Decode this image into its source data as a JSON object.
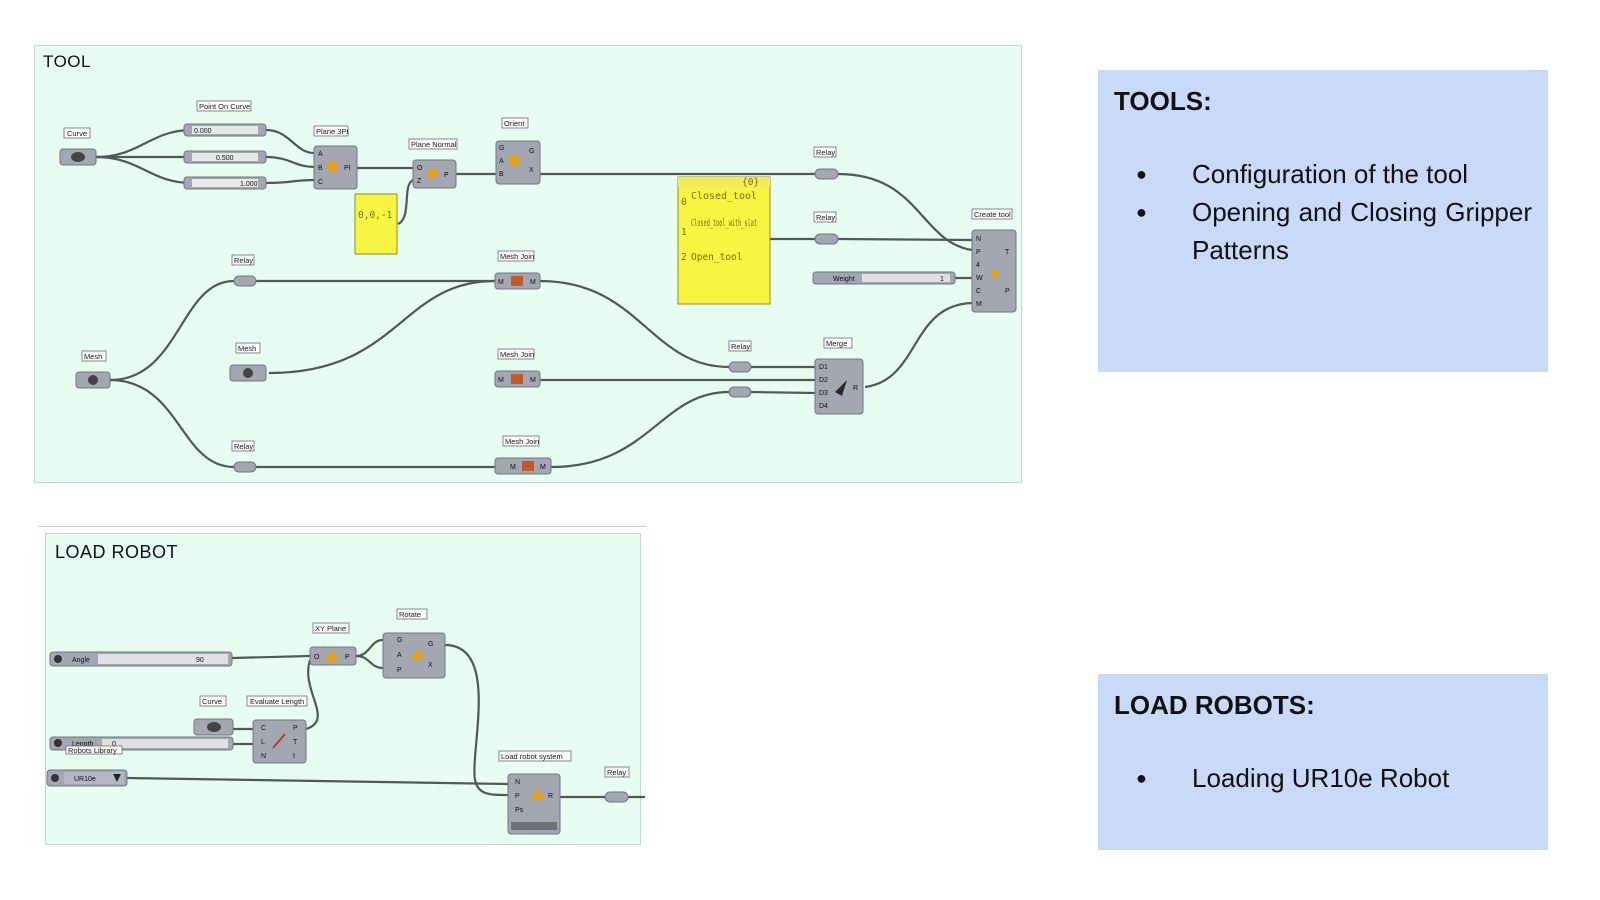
{
  "tool_group": {
    "title": "TOOL",
    "labels": {
      "curve": "Curve",
      "point_on_curve": "Point On Curve",
      "plane_3pt": "Plane 3Pt",
      "plane_normal": "Plane Normal",
      "orient": "Orient",
      "relay": "Relay",
      "mesh": "Mesh",
      "mesh_join": "Mesh Join",
      "merge": "Merge",
      "create_tool": "Create tool",
      "weight": "Weight"
    },
    "slider_values": [
      "0.000",
      "0.500",
      "1.000"
    ],
    "weight_value": "1",
    "vector_panel": "0,0,-1",
    "list_panel": {
      "header": "{0}",
      "items": [
        {
          "index": "0",
          "text": "Closed_tool"
        },
        {
          "index": "1",
          "text": "Closed_tool_with_slat"
        },
        {
          "index": "2",
          "text": "Open_tool"
        }
      ]
    },
    "ports": {
      "plane3pt_in": [
        "A",
        "B",
        "C"
      ],
      "plane3pt_out": "Pl",
      "planenormal_in": [
        "O",
        "Z"
      ],
      "planenormal_out": "P",
      "orient_in": [
        "G",
        "A",
        "B"
      ],
      "orient_out": [
        "G",
        "X"
      ],
      "meshjoin_in": "M",
      "meshjoin_out": "M",
      "merge_in": [
        "D1",
        "D2",
        "D3",
        "D4"
      ],
      "merge_out": "R",
      "createtool_in": [
        "N",
        "P",
        "4",
        "W",
        "C",
        "M"
      ],
      "createtool_out": [
        "T",
        "P"
      ]
    }
  },
  "robot_group": {
    "title": "LOAD ROBOT",
    "labels": {
      "angle": "Angle",
      "xy_plane": "XY Plane",
      "rotate": "Rotate",
      "curve": "Curve",
      "evaluate_length": "Evaluate Length",
      "length": "Length",
      "robots_library": "Robots Library",
      "robot": "UR10e",
      "load_robot_system": "Load robot system",
      "relay": "Relay"
    },
    "angle_value": "90",
    "length_value": "0",
    "ports": {
      "xyplane_in": "O",
      "xyplane_out": "P",
      "rotate_in": [
        "G",
        "A",
        "P"
      ],
      "rotate_out": [
        "G",
        "X"
      ],
      "evallen_in": [
        "C",
        "L",
        "N"
      ],
      "evallen_out": [
        "P",
        "T",
        "t"
      ],
      "load_in": [
        "N",
        "P",
        "Ps"
      ],
      "load_out": "R"
    }
  },
  "cards": [
    {
      "title": "TOOLS:",
      "bullets": [
        "Configuration of the tool",
        "Opening and Closing Gripper Patterns"
      ]
    },
    {
      "title": "LOAD ROBOTS:",
      "bullets": [
        "Loading UR10e Robot"
      ]
    }
  ]
}
